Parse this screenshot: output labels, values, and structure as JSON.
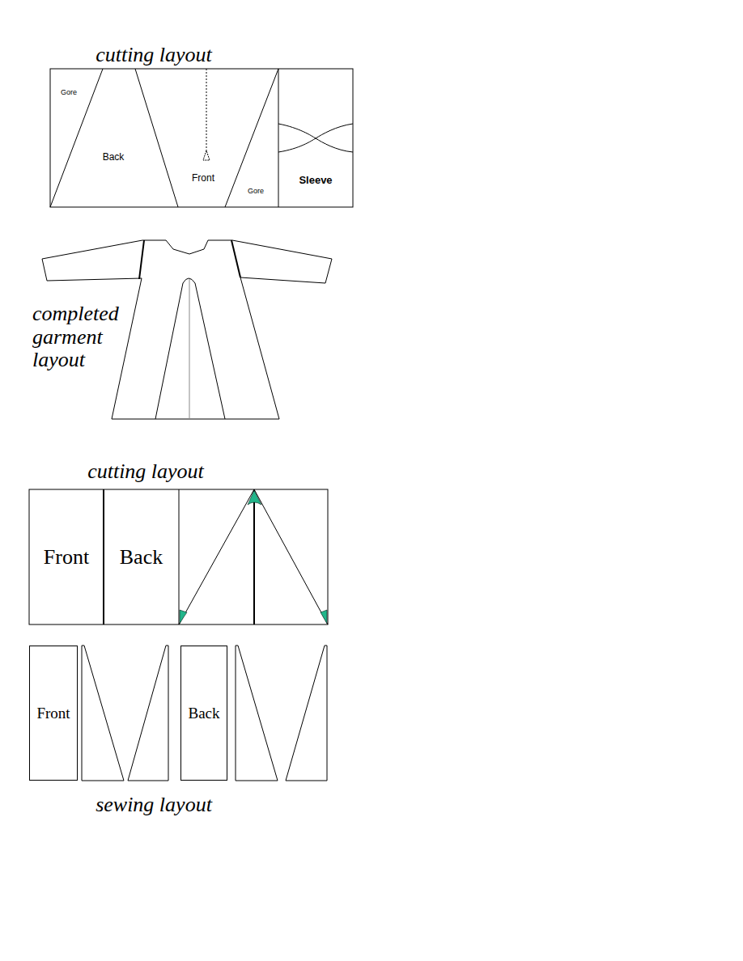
{
  "diagram": {
    "nodes": [
      {
        "text": [
          "Front"
        ]
      },
      {
        "text": [
          "Back"
        ]
      },
      {
        "text": [
          "Front"
        ]
      },
      {
        "text": [
          "Back"
        ]
      }
    ],
    "labels": [
      "cutting layout",
      "Gore",
      "Back",
      "Front",
      "Gore",
      "Sleeve",
      "completed garment layout",
      "cutting layout",
      "sewing layout"
    ]
  }
}
